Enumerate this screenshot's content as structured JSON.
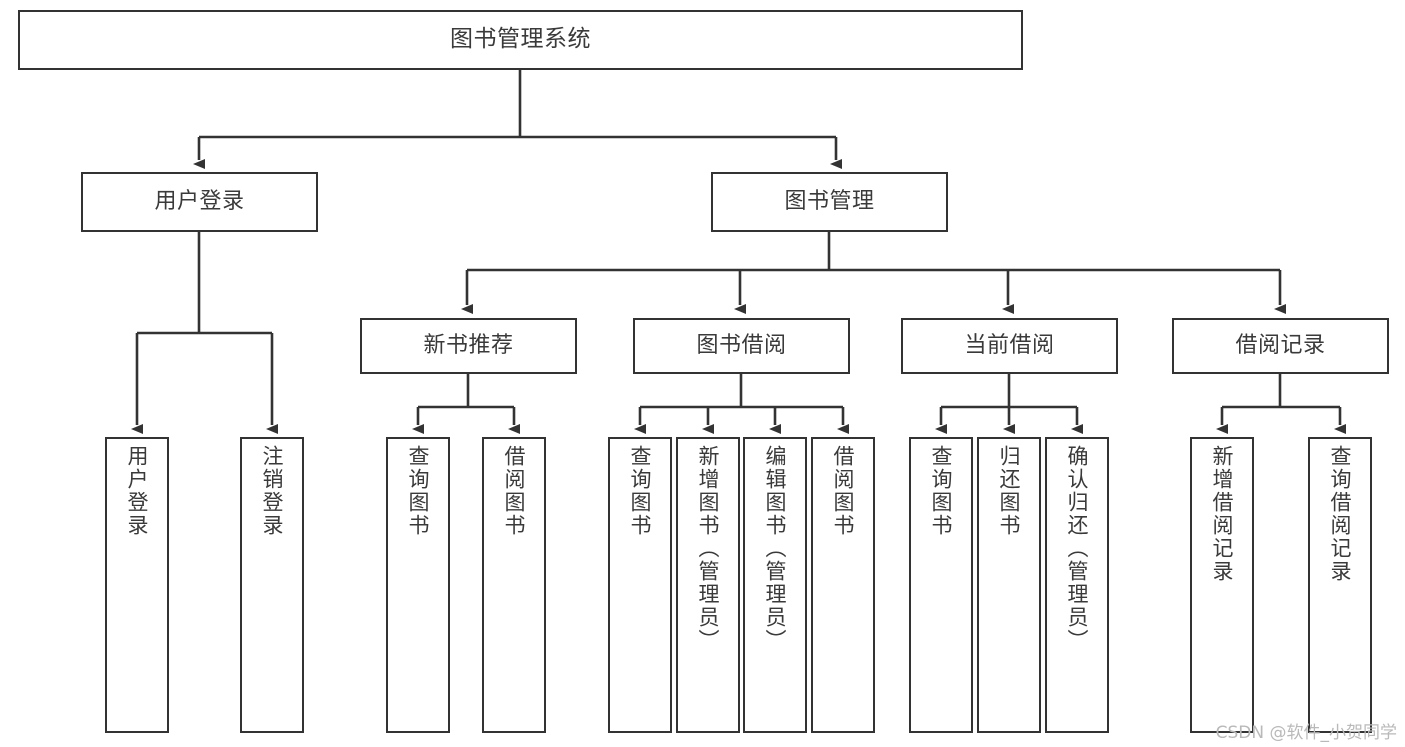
{
  "diagram": {
    "type": "tree-hierarchy",
    "title": "图书管理系统",
    "orientation": "top-down",
    "colors": {
      "box_border": "#333333",
      "box_fill": "#ffffff",
      "text": "#3a3a3a",
      "connector": "#333333",
      "watermark": "#b9b9b9",
      "background": "#ffffff"
    },
    "levels": [
      {
        "level": 1,
        "nodes": [
          {
            "id": "root",
            "label": "图书管理系统"
          }
        ]
      },
      {
        "level": 2,
        "nodes": [
          {
            "id": "user-login",
            "label": "用户登录",
            "parent": "root"
          },
          {
            "id": "book-manage",
            "label": "图书管理",
            "parent": "root"
          }
        ]
      },
      {
        "level": 3,
        "nodes": [
          {
            "id": "new-book-rec",
            "label": "新书推荐",
            "parent": "book-manage"
          },
          {
            "id": "book-borrow",
            "label": "图书借阅",
            "parent": "book-manage"
          },
          {
            "id": "current-borrow",
            "label": "当前借阅",
            "parent": "book-manage"
          },
          {
            "id": "borrow-record",
            "label": "借阅记录",
            "parent": "book-manage"
          }
        ]
      },
      {
        "level": 4,
        "nodes": [
          {
            "id": "leaf-user-login",
            "label": "用户登录",
            "parent": "user-login"
          },
          {
            "id": "leaf-logout",
            "label": "注销登录",
            "parent": "user-login"
          },
          {
            "id": "leaf-query-book-1",
            "label": "查询图书",
            "parent": "new-book-rec"
          },
          {
            "id": "leaf-borrow-book-1",
            "label": "借阅图书",
            "parent": "new-book-rec"
          },
          {
            "id": "leaf-query-book-2",
            "label": "查询图书",
            "parent": "book-borrow"
          },
          {
            "id": "leaf-add-book",
            "label": "新增图书（管理员）",
            "parent": "book-borrow"
          },
          {
            "id": "leaf-edit-book",
            "label": "编辑图书（管理员）",
            "parent": "book-borrow"
          },
          {
            "id": "leaf-borrow-book-2",
            "label": "借阅图书",
            "parent": "book-borrow"
          },
          {
            "id": "leaf-query-book-3",
            "label": "查询图书",
            "parent": "current-borrow"
          },
          {
            "id": "leaf-return-book",
            "label": "归还图书",
            "parent": "current-borrow"
          },
          {
            "id": "leaf-confirm-return",
            "label": "确认归还（管理员）",
            "parent": "current-borrow"
          },
          {
            "id": "leaf-add-record",
            "label": "新增借阅记录",
            "parent": "borrow-record"
          },
          {
            "id": "leaf-query-record",
            "label": "查询借阅记录",
            "parent": "borrow-record"
          }
        ]
      }
    ]
  },
  "watermark": {
    "text": "CSDN @软件_小贺同学"
  }
}
